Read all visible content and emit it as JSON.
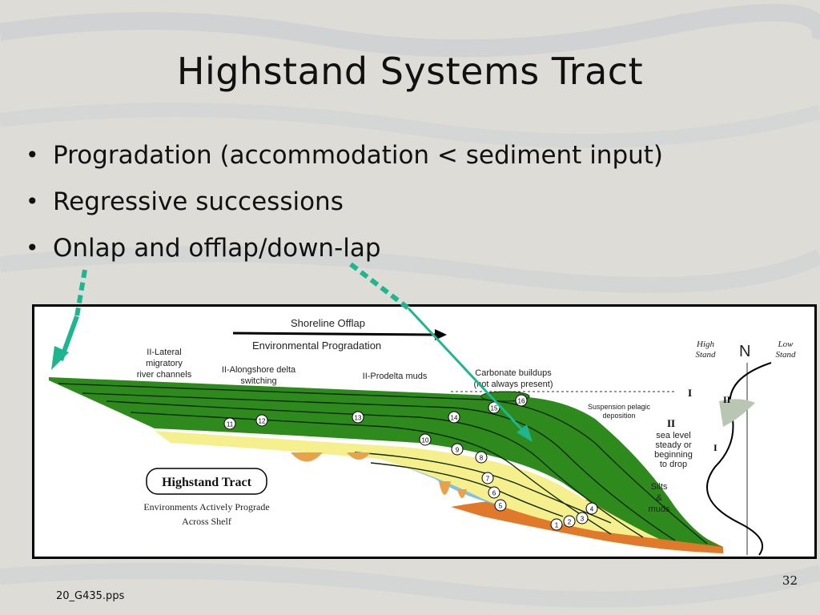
{
  "slide": {
    "title": "Highstand Systems Tract",
    "bullets": [
      "Progradation (accommodation < sediment input)",
      "Regressive successions",
      "Onlap and offlap/down-lap"
    ],
    "slide_number": "32",
    "footer": "20_G435.pps"
  },
  "diagram": {
    "shoreline_offlap": "Shoreline Offlap",
    "environmental_progradation": "Environmental Progradation",
    "lateral_channels": [
      "II-Lateral",
      "migratory",
      "river channels"
    ],
    "alongshore_delta": [
      "II-Alongshore delta",
      "switching"
    ],
    "prodelta_muds": "II-Prodelta muds",
    "carbonate_buildups": [
      "Carbonate buildups",
      "(not always present)"
    ],
    "suspension_pelagic": [
      "Suspension pelagic",
      "deposition"
    ],
    "sea_level": [
      "sea level",
      "steady or",
      "beginning",
      "to drop"
    ],
    "silts_muds": [
      "Silts",
      "&",
      "muds"
    ],
    "high_stand": [
      "High",
      "Stand"
    ],
    "low_stand": [
      "Low",
      "Stand"
    ],
    "n_label": "N",
    "marker_I": "I",
    "marker_II": "II",
    "box_title": "Highstand Tract",
    "box_subtitle": [
      "Environments Actively Prograde",
      "Across Shelf"
    ],
    "unit_numbers": [
      "1",
      "2",
      "3",
      "4",
      "5",
      "6",
      "7",
      "8",
      "9",
      "10",
      "11",
      "12",
      "13",
      "14",
      "15",
      "16"
    ]
  },
  "colors": {
    "green": "#2f8a1e",
    "yellow": "#f6ef8e",
    "blue": "#7fc2e8",
    "orange": "#e07a2a",
    "arrow": "#1fb58f"
  }
}
